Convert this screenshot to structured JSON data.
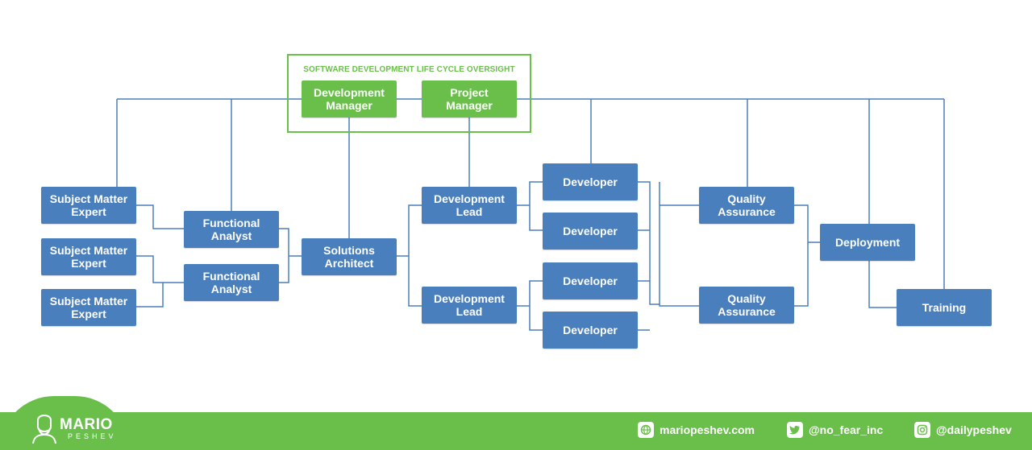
{
  "oversight": {
    "title": "SOFTWARE DEVELOPMENT LIFE CYCLE OVERSIGHT"
  },
  "nodes": {
    "dev_manager": "Development\nManager",
    "project_manager": "Project\nManager",
    "sme1": "Subject Matter\nExpert",
    "sme2": "Subject Matter\nExpert",
    "sme3": "Subject Matter\nExpert",
    "fa1": "Functional\nAnalyst",
    "fa2": "Functional\nAnalyst",
    "solutions_architect": "Solutions\nArchitect",
    "dev_lead1": "Development\nLead",
    "dev_lead2": "Development\nLead",
    "dev1": "Developer",
    "dev2": "Developer",
    "dev3": "Developer",
    "dev4": "Developer",
    "qa1": "Quality\nAssurance",
    "qa2": "Quality\nAssurance",
    "deployment": "Deployment",
    "training": "Training"
  },
  "colors": {
    "node": "#4a7fbd",
    "oversight": "#6abf4b",
    "line": "#4a7fbd",
    "footer": "#6abf4b"
  },
  "footer": {
    "logo_name": "MARIO",
    "logo_sub": "PESHEV",
    "website": "mariopeshev.com",
    "twitter": "@no_fear_inc",
    "instagram": "@dailypeshev",
    "icons": [
      "globe-icon",
      "twitter-icon",
      "instagram-icon"
    ]
  }
}
